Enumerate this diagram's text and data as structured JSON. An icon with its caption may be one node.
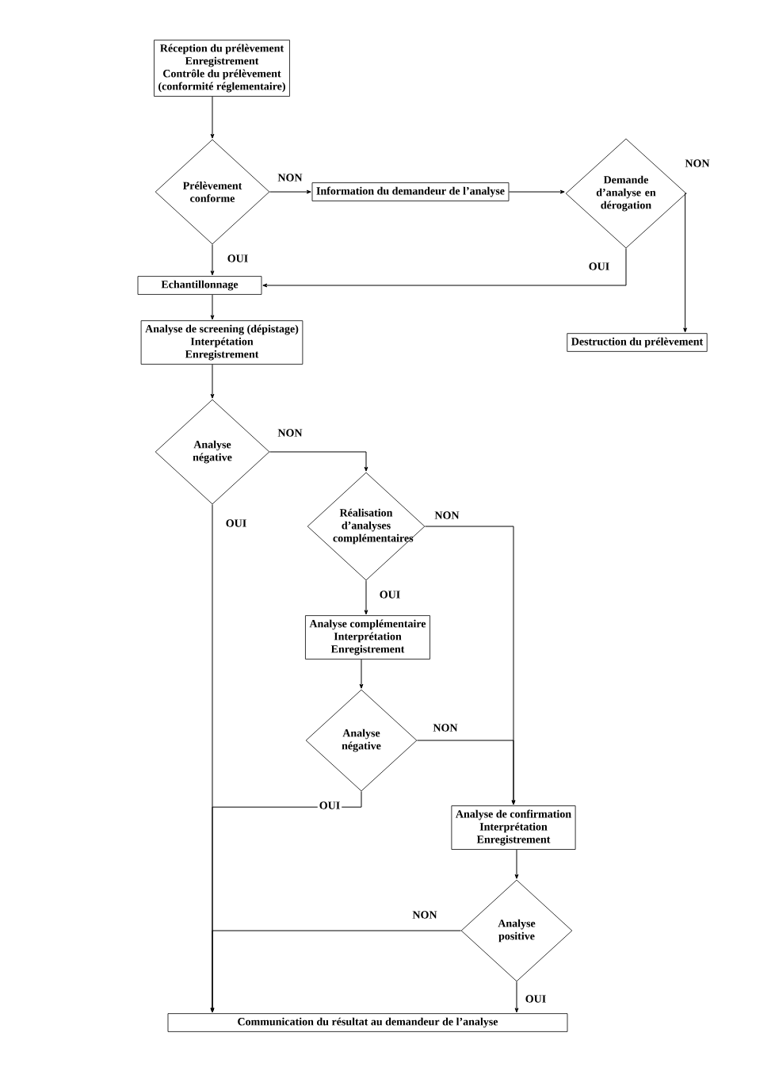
{
  "diagram": {
    "nodes": [
      {
        "text": [
          "Réception du prélèvement",
          "Enregistrement",
          "Contrôle du prélèvement",
          "(conformité réglementaire)"
        ]
      },
      {
        "text": [
          "Prélèvement conforme"
        ]
      },
      {
        "text": [
          "Information du demandeur de l’analyse"
        ]
      },
      {
        "text": [
          "Demande d’analyse en dérogation"
        ]
      },
      {
        "text": [
          "Echantillonnage"
        ]
      },
      {
        "text": [
          "Analyse de screening (dépistage)",
          "Interpétation",
          "Enregistrement"
        ]
      },
      {
        "text": [
          "Destruction du prélèvement"
        ]
      },
      {
        "text": [
          "Analyse négative"
        ]
      },
      {
        "text": [
          "Réalisation d’analyses complémentaires"
        ]
      },
      {
        "text": [
          "Analyse complémentaire",
          "Interprétation",
          "Enregistrement"
        ]
      },
      {
        "text": [
          "Analyse négative"
        ]
      },
      {
        "text": [
          "Analyse de confirmation",
          "Interprétation",
          "Enregistrement"
        ]
      },
      {
        "text": [
          "Analyse positive"
        ]
      },
      {
        "text": [
          "Communication du résultat au demandeur de l’analyse"
        ]
      }
    ],
    "edges": [
      {
        "from": 0,
        "to": 1,
        "arrow": "to"
      },
      {
        "from": 1,
        "to": 2,
        "arrow": "to",
        "label": "NON"
      },
      {
        "from": 1,
        "to": 4,
        "arrow": "to",
        "label": "OUI"
      },
      {
        "from": 2,
        "to": 3,
        "arrow": "to"
      },
      {
        "from": 3,
        "to": 4,
        "arrow": "to",
        "label": "OUI"
      },
      {
        "from": 3,
        "to": 6,
        "arrow": "to",
        "label": "NON"
      },
      {
        "from": 4,
        "to": 5,
        "arrow": "to"
      },
      {
        "from": 5,
        "to": 7,
        "arrow": "to"
      },
      {
        "from": 7,
        "to": 8,
        "arrow": "to",
        "label": "NON"
      },
      {
        "from": 7,
        "to": 13,
        "arrow": "to",
        "label": "OUI"
      },
      {
        "from": 8,
        "to": 9,
        "arrow": "to",
        "label": "OUI"
      },
      {
        "from": 8,
        "to": 11,
        "arrow": "to",
        "label": "NON"
      },
      {
        "from": 9,
        "to": 10,
        "arrow": "to"
      },
      {
        "from": 10,
        "to": 11,
        "arrow": "to",
        "label": "NON"
      },
      {
        "from": 10,
        "to": 13,
        "arrow": "to",
        "label": "OUI"
      },
      {
        "from": 11,
        "to": 12,
        "arrow": "to"
      },
      {
        "from": 12,
        "to": 13,
        "arrow": "to",
        "label": "NON"
      },
      {
        "from": 12,
        "to": 13,
        "arrow": "to",
        "label": "OUI"
      }
    ]
  }
}
